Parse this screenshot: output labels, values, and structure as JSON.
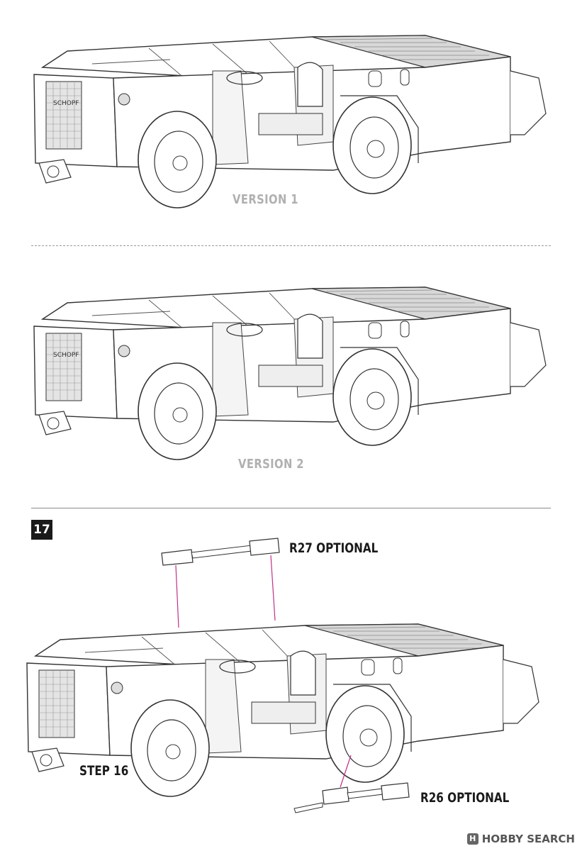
{
  "versions": [
    {
      "label": "VERSION 1"
    },
    {
      "label": "VERSION 2"
    }
  ],
  "vehicle": {
    "brand_plate": "SCHOPF"
  },
  "step": {
    "number": "17",
    "previous_ref": "STEP 16",
    "parts": [
      {
        "label": "R27 OPTIONAL"
      },
      {
        "label": "R26 OPTIONAL"
      }
    ]
  },
  "watermark": {
    "text": "HOBBY SEARCH",
    "icon": "H"
  },
  "colors": {
    "line": "#333333",
    "guide": "#c0308a",
    "label_grey": "#b0b0b0"
  }
}
